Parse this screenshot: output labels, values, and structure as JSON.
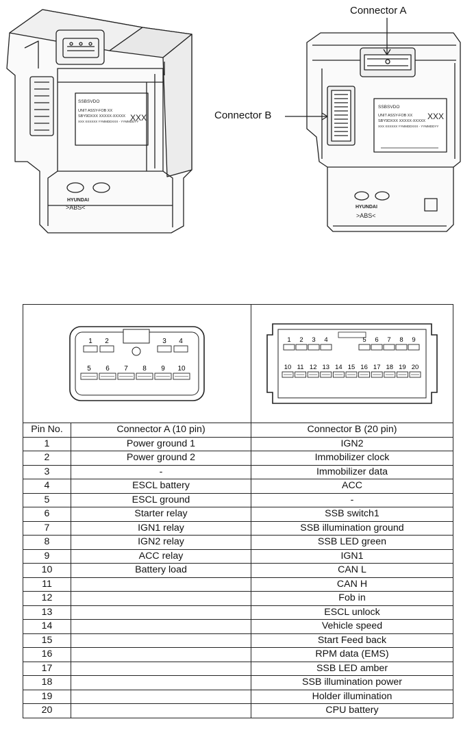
{
  "callouts": {
    "connector_a": "Connector A",
    "connector_b": "Connector B"
  },
  "unit_label": {
    "maker": "SSBSVDO",
    "unit_line": "UNIT  ASSY-FOB  XX",
    "part_line": "SBY9DXXX  XXXXX-XXXXX",
    "date_line": "XXX  XXXXXX  YYMMDDXXX - YYMMDDYY",
    "code": "XXX",
    "brand": "HYUNDAI",
    "material": ">ABS<"
  },
  "connector_a_face": {
    "top_pins": [
      "1",
      "2",
      "3",
      "4"
    ],
    "bottom_pins": [
      "5",
      "6",
      "7",
      "8",
      "9",
      "10"
    ]
  },
  "connector_b_face": {
    "top_pins": [
      "1",
      "2",
      "3",
      "4",
      "5",
      "6",
      "7",
      "8",
      "9"
    ],
    "bottom_pins": [
      "10",
      "11",
      "12",
      "13",
      "14",
      "15",
      "16",
      "17",
      "18",
      "19",
      "20"
    ]
  },
  "table": {
    "headers": [
      "Pin No.",
      "Connector A (10 pin)",
      "Connector B (20 pin)"
    ],
    "rows": [
      {
        "pin": "1",
        "a": "Power ground 1",
        "b": "IGN2"
      },
      {
        "pin": "2",
        "a": "Power ground 2",
        "b": "Immobilizer clock"
      },
      {
        "pin": "3",
        "a": "-",
        "b": "Immobilizer data"
      },
      {
        "pin": "4",
        "a": "ESCL battery",
        "b": "ACC"
      },
      {
        "pin": "5",
        "a": "ESCL ground",
        "b": "-"
      },
      {
        "pin": "6",
        "a": "Starter relay",
        "b": "SSB switch1"
      },
      {
        "pin": "7",
        "a": "IGN1 relay",
        "b": "SSB illumination ground"
      },
      {
        "pin": "8",
        "a": "IGN2 relay",
        "b": "SSB LED green"
      },
      {
        "pin": "9",
        "a": "ACC relay",
        "b": "IGN1"
      },
      {
        "pin": "10",
        "a": "Battery load",
        "b": "CAN L"
      },
      {
        "pin": "11",
        "a": "",
        "b": "CAN H"
      },
      {
        "pin": "12",
        "a": "",
        "b": "Fob in"
      },
      {
        "pin": "13",
        "a": "",
        "b": "ESCL unlock"
      },
      {
        "pin": "14",
        "a": "",
        "b": "Vehicle speed"
      },
      {
        "pin": "15",
        "a": "",
        "b": "Start Feed back"
      },
      {
        "pin": "16",
        "a": "",
        "b": "RPM data (EMS)"
      },
      {
        "pin": "17",
        "a": "",
        "b": "SSB LED amber"
      },
      {
        "pin": "18",
        "a": "",
        "b": "SSB illumination power"
      },
      {
        "pin": "19",
        "a": "",
        "b": "Holder illumination"
      },
      {
        "pin": "20",
        "a": "",
        "b": "CPU battery"
      }
    ]
  }
}
